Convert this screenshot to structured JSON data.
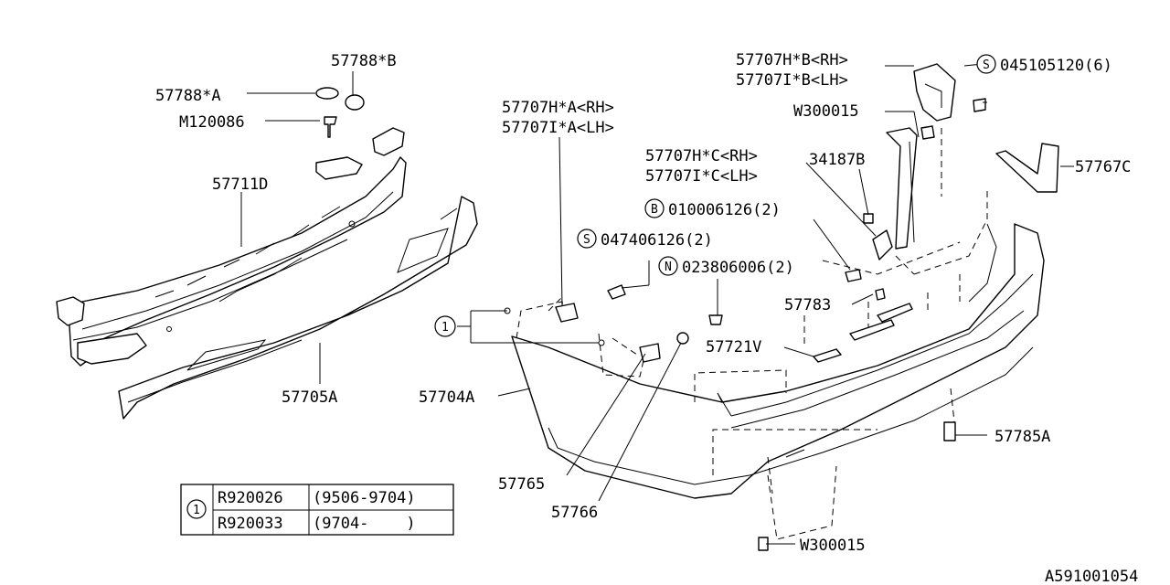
{
  "labels": {
    "p57788b": "57788*B",
    "p57788a": "57788*A",
    "m120086": "M120086",
    "p57711d": "57711D",
    "p57705a": "57705A",
    "p57707ha_rh": "57707H*A<RH>",
    "p57707ia_lh": "57707I*A<LH>",
    "p57707hb_rh": "57707H*B<RH>",
    "p57707ib_lh": "57707I*B<LH>",
    "s045105120": "045105120(6)",
    "w300015_top": "W300015",
    "p57707hc_rh": "57707H*C<RH>",
    "p57707ic_lh": "57707I*C<LH>",
    "p34187b": "34187B",
    "p57767c": "57767C",
    "b010006126": "010006126(2)",
    "s047406126": "047406126(2)",
    "n023806006": "023806006(2)",
    "p57783": "57783",
    "p57721v": "57721V",
    "p57704a": "57704A",
    "p57765": "57765",
    "p57766": "57766",
    "p57785a": "57785A",
    "w300015_bottom": "W300015",
    "ref_1": "1",
    "diagram_code": "A591001054"
  },
  "prefix_symbols": {
    "s": "S",
    "b": "B",
    "n": "N"
  },
  "table": {
    "ref": "1",
    "rows": [
      {
        "part": "R920026",
        "range": "(9506-9704)"
      },
      {
        "part": "R920033",
        "range": "(9704-    )"
      }
    ]
  }
}
